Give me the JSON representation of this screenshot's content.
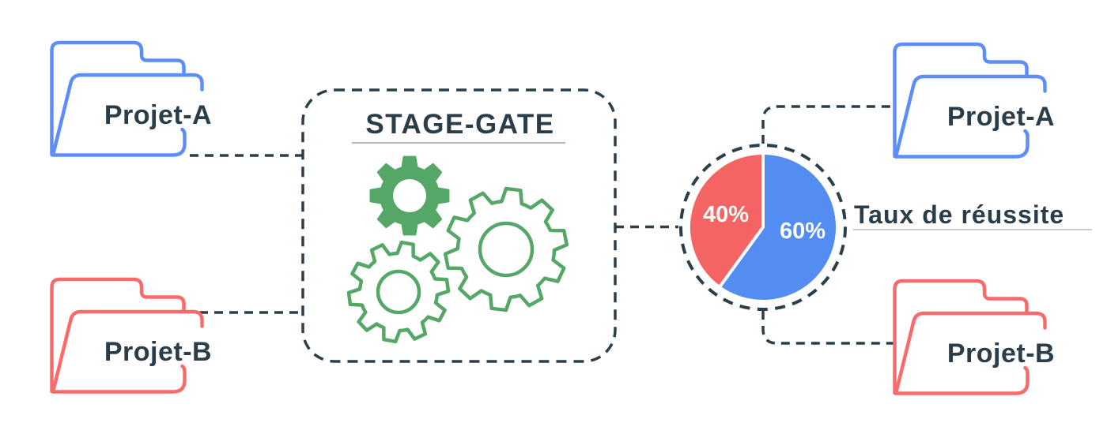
{
  "colors": {
    "line": "#2a3e4c",
    "text": "#2a3d49",
    "underline": "#b9c3c8",
    "gear_green": "#55a767",
    "folder_blue": "#5b8ef8",
    "folder_red": "#f96b6b"
  },
  "folders": {
    "top_left": {
      "label": "Projet-A",
      "color": "#5b8ef8"
    },
    "bottom_left": {
      "label": "Projet-B",
      "color": "#f96b6b"
    },
    "top_right": {
      "label": "Projet-A",
      "color": "#5b8ef8"
    },
    "bottom_right": {
      "label": "Projet-B",
      "color": "#f96b6b"
    }
  },
  "process_box": {
    "title": "STAGE-GATE"
  },
  "result_label": "Taux de réussite",
  "chart_data": {
    "type": "pie",
    "title": "Taux de réussite",
    "start_angle": "12 o'clock",
    "direction": "clockwise",
    "slices": [
      {
        "label": "60%",
        "value": 60,
        "color": "#548df2"
      },
      {
        "label": "40%",
        "value": 40,
        "color": "#f36462"
      }
    ],
    "legend_position": "none",
    "ring": "dashed circle around pie"
  }
}
